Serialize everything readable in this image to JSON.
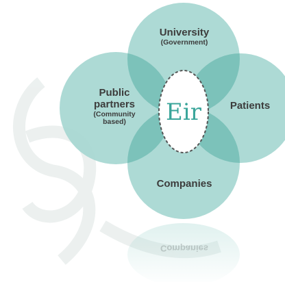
{
  "center": {
    "logo_text": "Eir"
  },
  "nodes": {
    "university": {
      "title": "University",
      "sub": "(Government)"
    },
    "public": {
      "title_line1": "Public",
      "title_line2": "partners",
      "sub_line1": "(Community",
      "sub_line2": "based)"
    },
    "patients": {
      "title": "Patients"
    },
    "companies": {
      "title": "Companies"
    }
  },
  "reflection_text": "Companies",
  "colors": {
    "circle_fill": "#a6d7d1",
    "overlap_fill": "#7cc2ba",
    "center_ring": "#555555",
    "logo_color": "#3aa59a",
    "text": "#3c3c3c",
    "watermark": "#e9eeed"
  }
}
